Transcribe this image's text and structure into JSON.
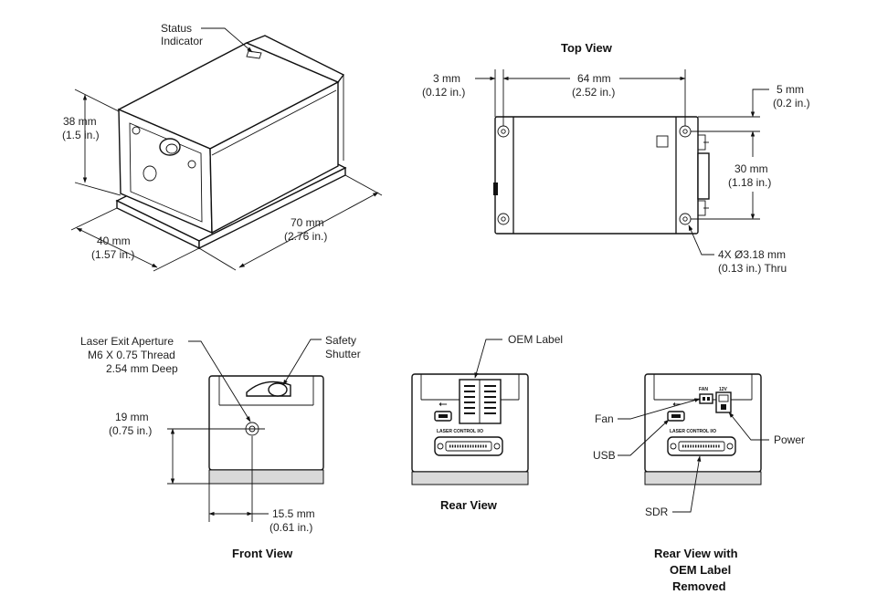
{
  "views": {
    "iso": {
      "status": [
        "Status",
        "Indicator"
      ],
      "height": [
        "38 mm",
        "(1.5 in.)"
      ],
      "width": [
        "40 mm",
        "(1.57 in.)"
      ],
      "length": [
        "70 mm",
        "(2.76 in.)"
      ]
    },
    "top": {
      "title": "Top View",
      "edge": [
        "3 mm",
        "(0.12 in.)"
      ],
      "span": [
        "64 mm",
        "(2.52 in.)"
      ],
      "offset": [
        "5 mm",
        "(0.2 in.)"
      ],
      "pitch": [
        "30 mm",
        "(1.18 in.)"
      ],
      "holes": [
        "4X Ø3.18 mm",
        "(0.13 in.) Thru"
      ]
    },
    "front": {
      "title": "Front View",
      "aperture": [
        "Laser Exit Aperture",
        "M6 X 0.75 Thread",
        "2.54 mm Deep"
      ],
      "shutter": [
        "Safety",
        "Shutter"
      ],
      "height": [
        "19 mm",
        "(0.75 in.)"
      ],
      "width": [
        "15.5 mm",
        "(0.61 in.)"
      ]
    },
    "rear": {
      "title": "Rear View",
      "oem": "OEM Label",
      "panel_text": "LASER CONTROL I/O"
    },
    "rear_no_label": {
      "title": [
        "Rear View with",
        "OEM Label",
        "Removed"
      ],
      "fan": "Fan",
      "usb": "USB",
      "power": "Power",
      "sdr": "SDR",
      "fan_tag": "FAN",
      "volt_tag": "12V",
      "panel_text": "LASER CONTROL I/O"
    }
  }
}
